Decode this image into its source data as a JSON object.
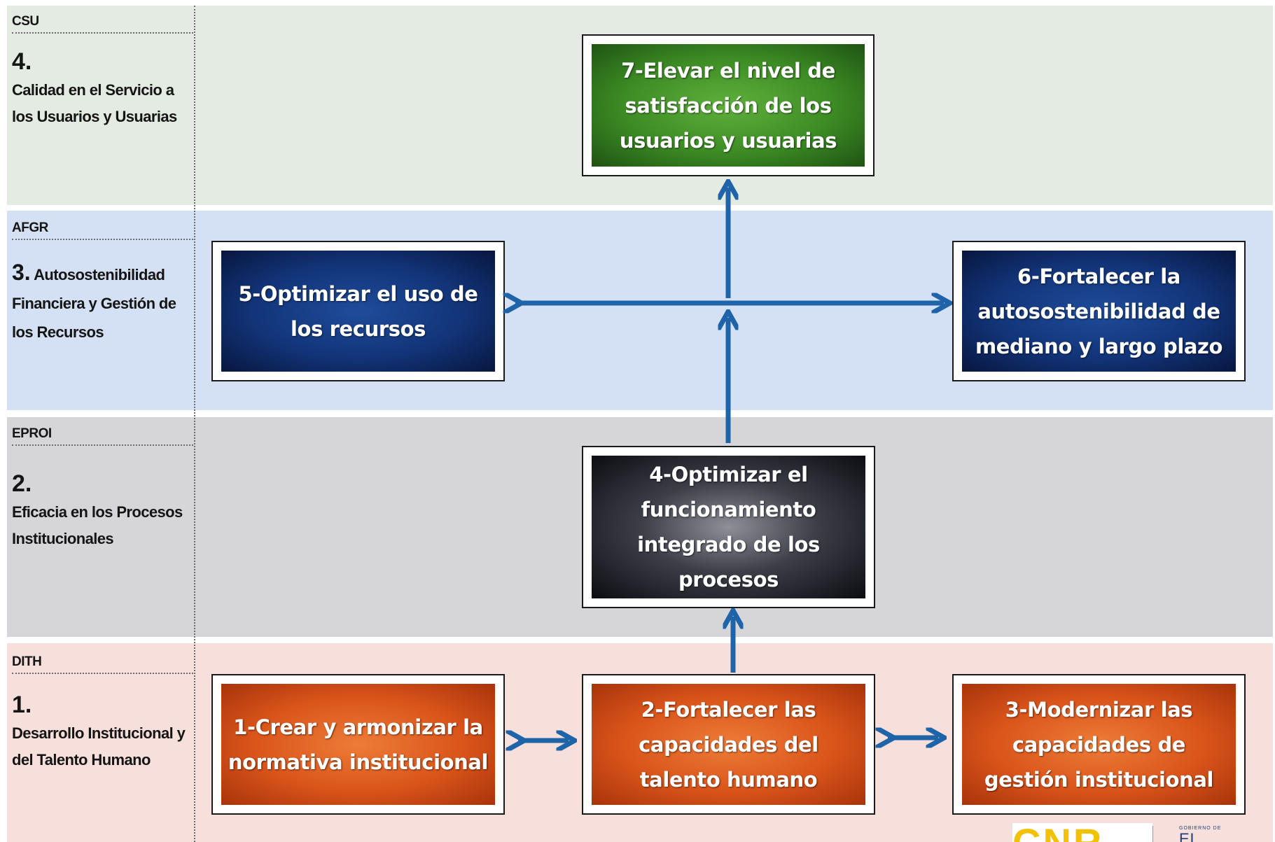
{
  "perspectives": {
    "csu": {
      "code": "CSU",
      "number": "4.",
      "title": "Calidad en el Servicio a los Usuarios y Usuarias"
    },
    "afgr": {
      "code": "AFGR",
      "number": "3.",
      "title": "Autosostenibilidad Financiera y Gestión de los Recursos"
    },
    "eproi": {
      "code": "EPROI",
      "number": "2.",
      "title": "Eficacia en los Procesos Institucionales"
    },
    "dith": {
      "code": "DITH",
      "number": "1.",
      "title": "Desarrollo Institucional y del Talento Humano"
    }
  },
  "objectives": {
    "o1": "1-Crear y armonizar la normativa institucional",
    "o2": "2-Fortalecer las capacidades del talento humano",
    "o3": "3-Modernizar las capacidades de gestión institucional",
    "o4": "4-Optimizar el funcionamiento integrado de los procesos",
    "o5": "5-Optimizar el uso de los recursos",
    "o6": "6-Fortalecer la autosostenibilidad de mediano y largo plazo",
    "o7": "7-Elevar el nivel de satisfacción de los usuarios y usuarias"
  },
  "logo": {
    "brand": "CNR",
    "government_small": "GOBIERNO DE",
    "government_big": "EL SALVADOR"
  },
  "colors": {
    "arrow": "#1f64a8",
    "band_csu": "#e4ebe2",
    "band_afgr": "#d4e0f3",
    "band_eproi": "#d6d6d8",
    "band_dith": "#f7e0dc",
    "objective_green": "#3c8b24",
    "objective_blue": "#123478",
    "objective_dark": "#2a2b33",
    "objective_orange": "#d9541a"
  }
}
